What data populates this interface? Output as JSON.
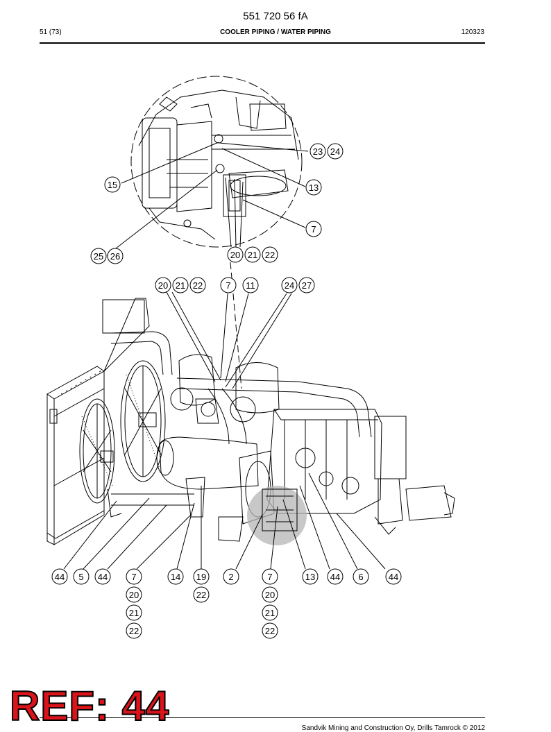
{
  "header": {
    "document_number": "551 720 56 fA",
    "page": "51 (73)",
    "section_title": "COOLER PIPING / WATER PIPING",
    "date_code": "120323"
  },
  "callouts": {
    "c23": "23",
    "c24": "24",
    "c15": "15",
    "c13": "13",
    "c7": "7",
    "c25": "25",
    "c26": "26",
    "det20": "20",
    "det21": "21",
    "det22": "22",
    "t20": "20",
    "t21": "21",
    "t22": "22",
    "t7": "7",
    "t11": "11",
    "t24": "24",
    "t27": "27",
    "b44a": "44",
    "b5": "5",
    "b44b": "44",
    "b7a": "7",
    "b20a": "20",
    "b21a": "21",
    "b22a": "22",
    "b14": "14",
    "b19": "19",
    "b22b": "22",
    "b2": "2",
    "b7b": "7",
    "b20b": "20",
    "b21b": "21",
    "b22c": "22",
    "b13": "13",
    "b44c": "44",
    "b6": "6",
    "b44d": "44"
  },
  "stamp": {
    "text": "REF: 44",
    "color": "#d9141a"
  },
  "footer": {
    "copyright": "Sandvik Mining and Construction Oy, Drills Tamrock © 2012"
  }
}
